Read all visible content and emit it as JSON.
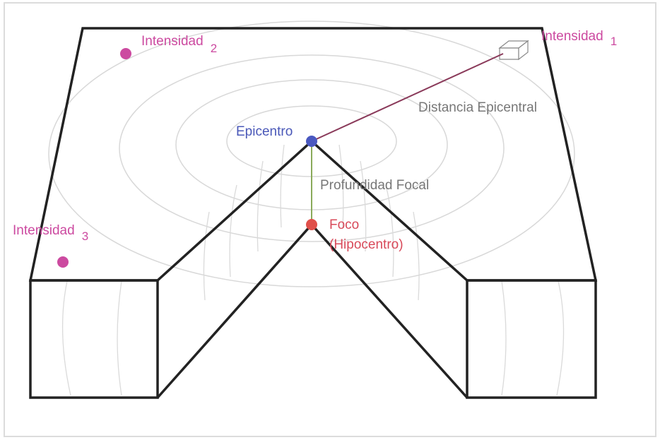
{
  "labels": {
    "intensity_1": "Intensidad",
    "intensity_1_sub": "1",
    "intensity_2": "Intensidad",
    "intensity_2_sub": "2",
    "intensity_3": "Intensidad",
    "intensity_3_sub": "3",
    "epicenter": "Epicentro",
    "epicentral_distance": "Distancia Epicentral",
    "focal_depth": "Profundidad Focal",
    "focus_line1": "Foco",
    "focus_line2": "(Hipocentro)"
  },
  "colors": {
    "outline": "#222222",
    "contour": "#d8d8d8",
    "magenta": "#cc4aa0",
    "epicenter_dot": "#4a58c0",
    "epicenter_text": "#4a58b8",
    "focus_dot": "#e0504a",
    "focus_text": "#d84a5a",
    "distance_line": "#8a3a5a",
    "depth_line": "#8aaa5a",
    "gray_text": "#777777"
  }
}
